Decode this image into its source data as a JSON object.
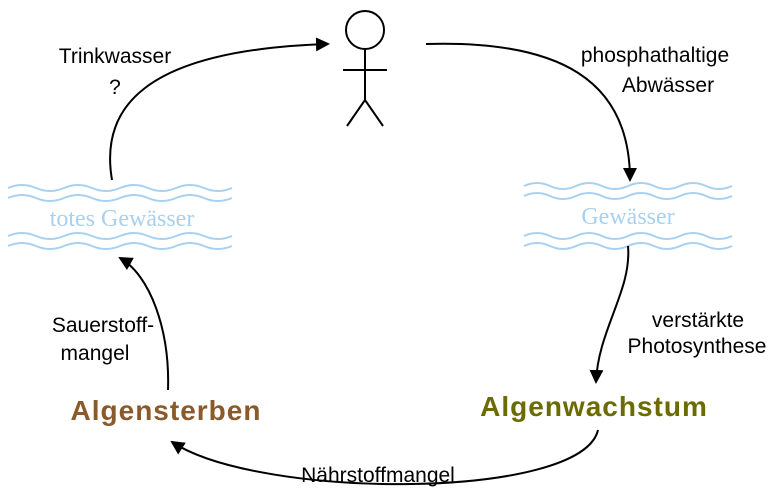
{
  "colors": {
    "water": "#a8d0f0",
    "water_text": "#a8d0f0",
    "algensterben": "#8b5a2b",
    "algenwachstum": "#6b6b00",
    "arrows": "#000000"
  },
  "icons": {
    "person": "stick-figure-icon"
  },
  "labels": {
    "trinkwasser": "Trinkwasser",
    "question": "?",
    "phosphat_line1": "phosphathaltige",
    "phosphat_line2": "Abwässer",
    "verstaerkte_line1": "verstärkte",
    "verstaerkte_line2": "Photosynthese",
    "sauerstoff_line1": "Sauerstoff-",
    "sauerstoff_line2": "mangel",
    "naehrstoff": "Nährstoffmangel"
  },
  "nodes": {
    "totes_gewaesser": "totes Gewässer",
    "gewaesser": "Gewässer",
    "algensterben": "Algensterben",
    "algenwachstum": "Algenwachstum"
  }
}
